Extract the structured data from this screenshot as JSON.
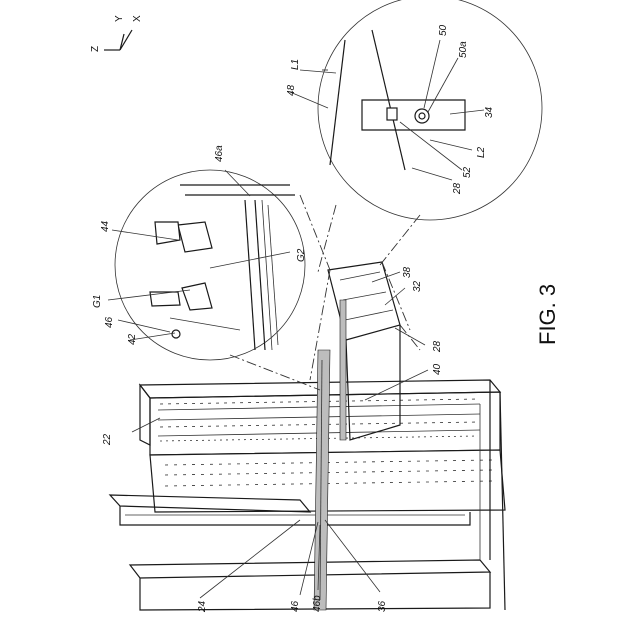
{
  "figure": {
    "caption": "FIG. 3"
  },
  "axes": {
    "x": "X",
    "y": "Y",
    "z": "Z"
  },
  "labels": {
    "l22": "22",
    "l24": "24",
    "l28a": "28",
    "l28b": "28",
    "l32": "32",
    "l34": "34",
    "l36": "36",
    "l38": "38",
    "l40": "40",
    "l42": "42",
    "l44": "44",
    "l46a": "46",
    "l46b": "46",
    "l46a_sub": "46a",
    "l46b_sub": "46b",
    "l48": "48",
    "l50": "50",
    "l50a": "50a",
    "l52": "52",
    "lL1": "L1",
    "lL2": "L2",
    "lG1": "G1",
    "lG2": "G2"
  }
}
